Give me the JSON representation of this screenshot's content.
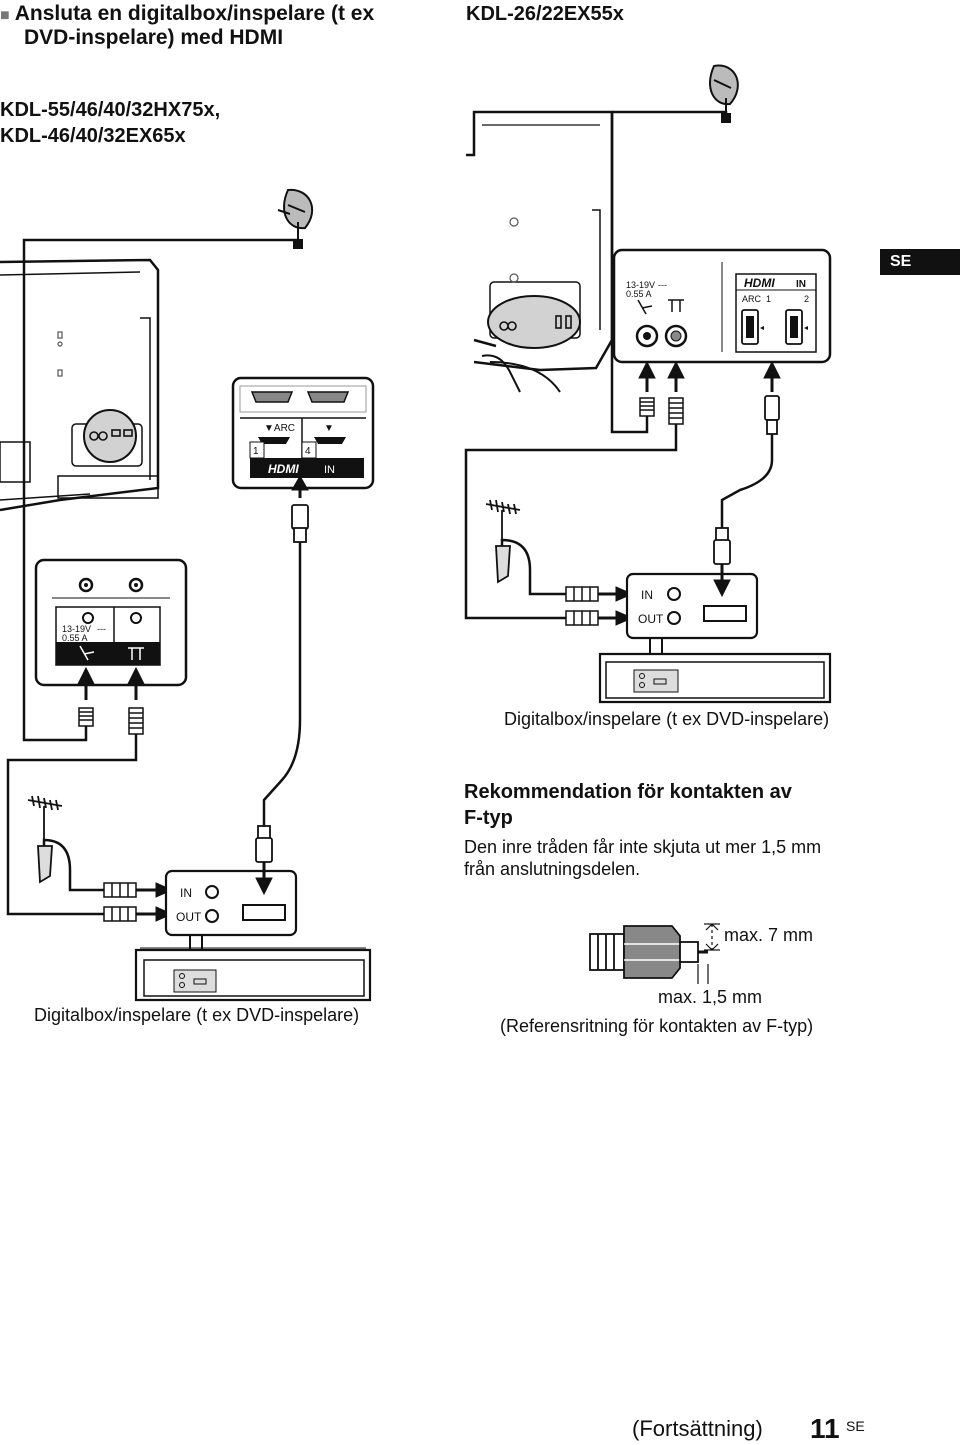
{
  "section": {
    "bullet": "■",
    "title_line1": "Ansluta en digitalbox/inspelare (t ex",
    "title_line2": "DVD-inspelare) med HDMI"
  },
  "models": {
    "left_line1": "KDL-55/46/40/32HX75x,",
    "left_line2": "KDL-46/40/32EX65x",
    "right": "KDL-26/22EX55x"
  },
  "tab": {
    "label": "SE"
  },
  "diagram_left": {
    "hdmi_panel": {
      "arc": "▼ARC",
      "arrow": "▼",
      "port1": "1",
      "port4": "4",
      "hdmi_logo": "HDMI",
      "in": "IN"
    },
    "rf_panel": {
      "voltage": "13-19V",
      "current": "0.55 A",
      "dc_symbol": "---"
    },
    "box": {
      "in": "IN",
      "out": "OUT"
    },
    "caption": "Digitalbox/inspelare (t ex DVD-inspelare)"
  },
  "diagram_right": {
    "rf_panel": {
      "voltage": "13-19V",
      "current": "0.55 A",
      "dc_symbol": "---"
    },
    "hdmi_panel": {
      "hdmi_logo": "HDMI",
      "in": "IN",
      "arc": "ARC",
      "port1": "1",
      "port2": "2"
    },
    "box": {
      "in": "IN",
      "out": "OUT"
    },
    "caption": "Digitalbox/inspelare (t ex DVD-inspelare)"
  },
  "recommendation": {
    "heading_line1": "Rekommendation för kontakten av",
    "heading_line2": "F-typ",
    "body_line1": "Den inre tråden får inte skjuta ut mer 1,5 mm",
    "body_line2": "från anslutningsdelen.",
    "max7": "max. 7 mm",
    "max15": "max. 1,5 mm",
    "ref_caption": "(Referensritning för kontakten av F-typ)"
  },
  "footer": {
    "continued": "(Fortsättning)",
    "page": "11",
    "lang": "SE"
  }
}
